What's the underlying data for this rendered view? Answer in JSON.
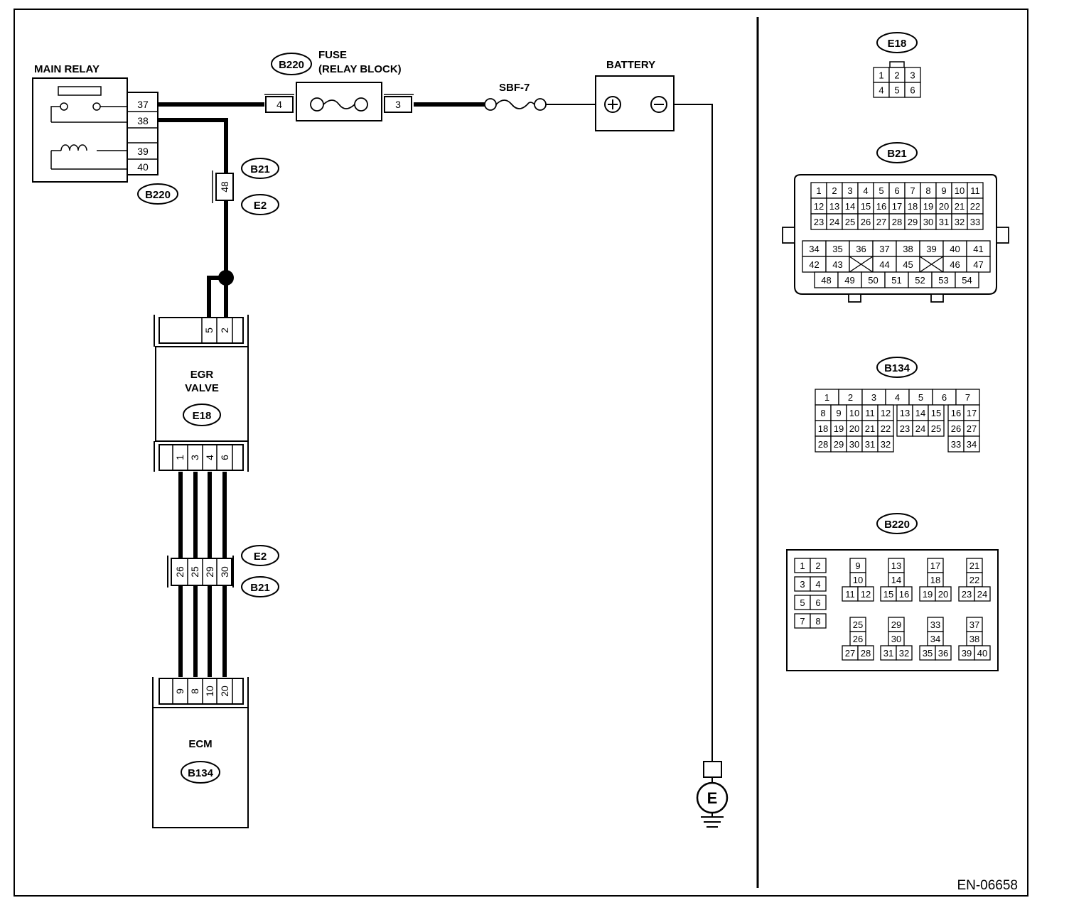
{
  "diagram_id": "EN-06658",
  "components": {
    "main_relay": {
      "label": "MAIN RELAY",
      "pins": [
        "37",
        "38",
        "39",
        "40"
      ],
      "connector": "B220"
    },
    "fuse": {
      "label_line1": "FUSE",
      "label_line2": "(RELAY BLOCK)",
      "connector": "B220",
      "pin_in": "4",
      "pin_out": "3"
    },
    "sbf": {
      "label": "SBF-7"
    },
    "battery": {
      "label": "BATTERY",
      "plus": "+",
      "minus": "−"
    },
    "inline_b21_e2_a": {
      "pin": "48",
      "tags": [
        "B21",
        "E2"
      ]
    },
    "egr_valve": {
      "label_line1": "EGR",
      "label_line2": "VALVE",
      "connector": "E18",
      "top_pins": [
        "5",
        "2"
      ],
      "bottom_pins": [
        "1",
        "3",
        "4",
        "6"
      ]
    },
    "inline_e2_b21_b": {
      "pins": [
        "26",
        "25",
        "29",
        "30"
      ],
      "tags": [
        "E2",
        "B21"
      ]
    },
    "ecm": {
      "label": "ECM",
      "connector": "B134",
      "pins": [
        "9",
        "8",
        "10",
        "20"
      ]
    },
    "ground": {
      "label": "E"
    }
  },
  "connector_views": {
    "e18": {
      "title": "E18",
      "rows": [
        [
          "1",
          "2",
          "3"
        ],
        [
          "4",
          "5",
          "6"
        ]
      ]
    },
    "b21": {
      "title": "B21",
      "upper_rows": [
        [
          "1",
          "2",
          "3",
          "4",
          "5",
          "6",
          "7",
          "8",
          "9",
          "10",
          "11"
        ],
        [
          "12",
          "13",
          "14",
          "15",
          "16",
          "17",
          "18",
          "19",
          "20",
          "21",
          "22"
        ],
        [
          "23",
          "24",
          "25",
          "26",
          "27",
          "28",
          "29",
          "30",
          "31",
          "32",
          "33"
        ]
      ],
      "lower_rows": [
        [
          "34",
          "35",
          "36",
          "37",
          "38",
          "39",
          "40",
          "41"
        ],
        [
          "42",
          "43",
          "",
          "44",
          "45",
          "",
          "46",
          "47"
        ],
        [
          "48",
          "49",
          "50",
          "51",
          "52",
          "53",
          "54"
        ]
      ]
    },
    "b134": {
      "title": "B134",
      "row1": [
        "1",
        "2",
        "3",
        "4",
        "5",
        "6",
        "7"
      ],
      "left_rows": [
        [
          "8",
          "9",
          "10",
          "11",
          "12"
        ],
        [
          "18",
          "19",
          "20",
          "21",
          "22"
        ],
        [
          "28",
          "29",
          "30",
          "31",
          "32"
        ]
      ],
      "mid_rows": [
        [
          "13",
          "14",
          "15"
        ],
        [
          "23",
          "24",
          "25"
        ]
      ],
      "right_rows": [
        [
          "16",
          "17"
        ],
        [
          "26",
          "27"
        ],
        [
          "33",
          "34"
        ]
      ]
    },
    "b220": {
      "title": "B220",
      "left_pairs": [
        [
          "1",
          "2"
        ],
        [
          "3",
          "4"
        ],
        [
          "5",
          "6"
        ],
        [
          "7",
          "8"
        ]
      ],
      "groups_top": [
        [
          "9",
          "10",
          "11",
          "12"
        ],
        [
          "13",
          "14",
          "15",
          "16"
        ],
        [
          "17",
          "18",
          "19",
          "20"
        ],
        [
          "21",
          "22",
          "23",
          "24"
        ]
      ],
      "groups_bottom": [
        [
          "25",
          "26",
          "27",
          "28"
        ],
        [
          "29",
          "30",
          "31",
          "32"
        ],
        [
          "33",
          "34",
          "35",
          "36"
        ],
        [
          "37",
          "38",
          "39",
          "40"
        ]
      ]
    }
  }
}
